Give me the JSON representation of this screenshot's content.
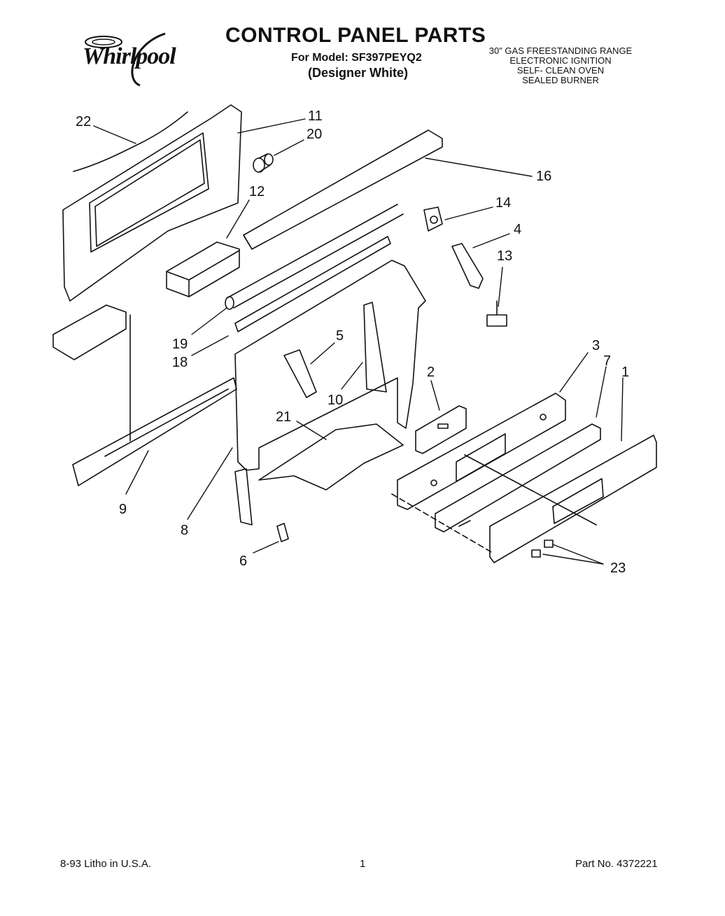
{
  "header": {
    "brand": "Whirlpool",
    "title": "CONTROL PANEL PARTS",
    "model_line": "For Model: SF397PEYQ2",
    "variant": "(Designer White)",
    "specs": [
      "30\" GAS FREESTANDING RANGE",
      "ELECTRONIC IGNITION",
      "SELF- CLEAN OVEN",
      "SEALED BURNER"
    ]
  },
  "callouts": [
    "22",
    "11",
    "20",
    "16",
    "12",
    "14",
    "4",
    "13",
    "19",
    "18",
    "5",
    "10",
    "2",
    "3",
    "7",
    "1",
    "21",
    "9",
    "8",
    "6",
    "23"
  ],
  "footer": {
    "left": "8-93  Litho in U.S.A.",
    "page": "1",
    "part_no": "Part No. 4372221"
  }
}
